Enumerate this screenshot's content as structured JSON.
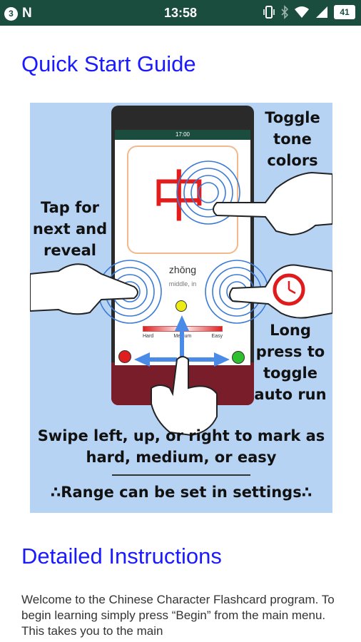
{
  "status_bar": {
    "notification_count": "3",
    "app_letter": "N",
    "time": "13:58",
    "battery": "41",
    "icons": [
      "vibrate-icon",
      "bluetooth-icon",
      "wifi-icon",
      "signal-icon",
      "battery-icon"
    ]
  },
  "guide": {
    "title": "Quick Start Guide",
    "illustration": {
      "toggle_label": "Toggle tone colors",
      "tap_label": "Tap for next and reveal",
      "long_press_label": "Long press to toggle auto run",
      "swipe_label": "Swipe left, up, or right to mark as hard, medium, or easy",
      "range_label": "∴Range can be set in settings∴",
      "phone": {
        "time": "17:00",
        "character": "中",
        "pinyin": "zhōng",
        "meaning": "middle, in",
        "difficulty": [
          "Hard",
          "Medium",
          "Easy"
        ]
      }
    }
  },
  "details": {
    "title": "Detailed Instructions",
    "body": "Welcome to the Chinese Character Flashcard program. To begin learning simply press “Begin” from the main menu. This takes you to the main"
  },
  "colors": {
    "status_bar": "#1b4d3e",
    "heading": "#1a1aff",
    "illustration_bg": "#b7d3f3",
    "phone_accent": "#7a1d2a",
    "character": "#e31c1c"
  }
}
